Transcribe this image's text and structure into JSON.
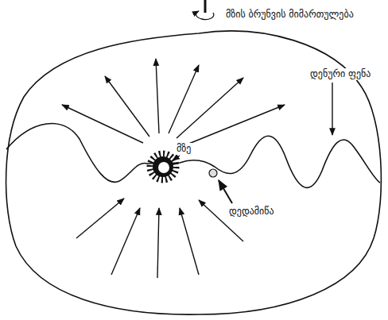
{
  "diagram": {
    "labels": [
      "მზის ბრუნვის მიმართულება",
      "დენური ფენა",
      "მზე",
      "დედამიწა"
    ]
  }
}
